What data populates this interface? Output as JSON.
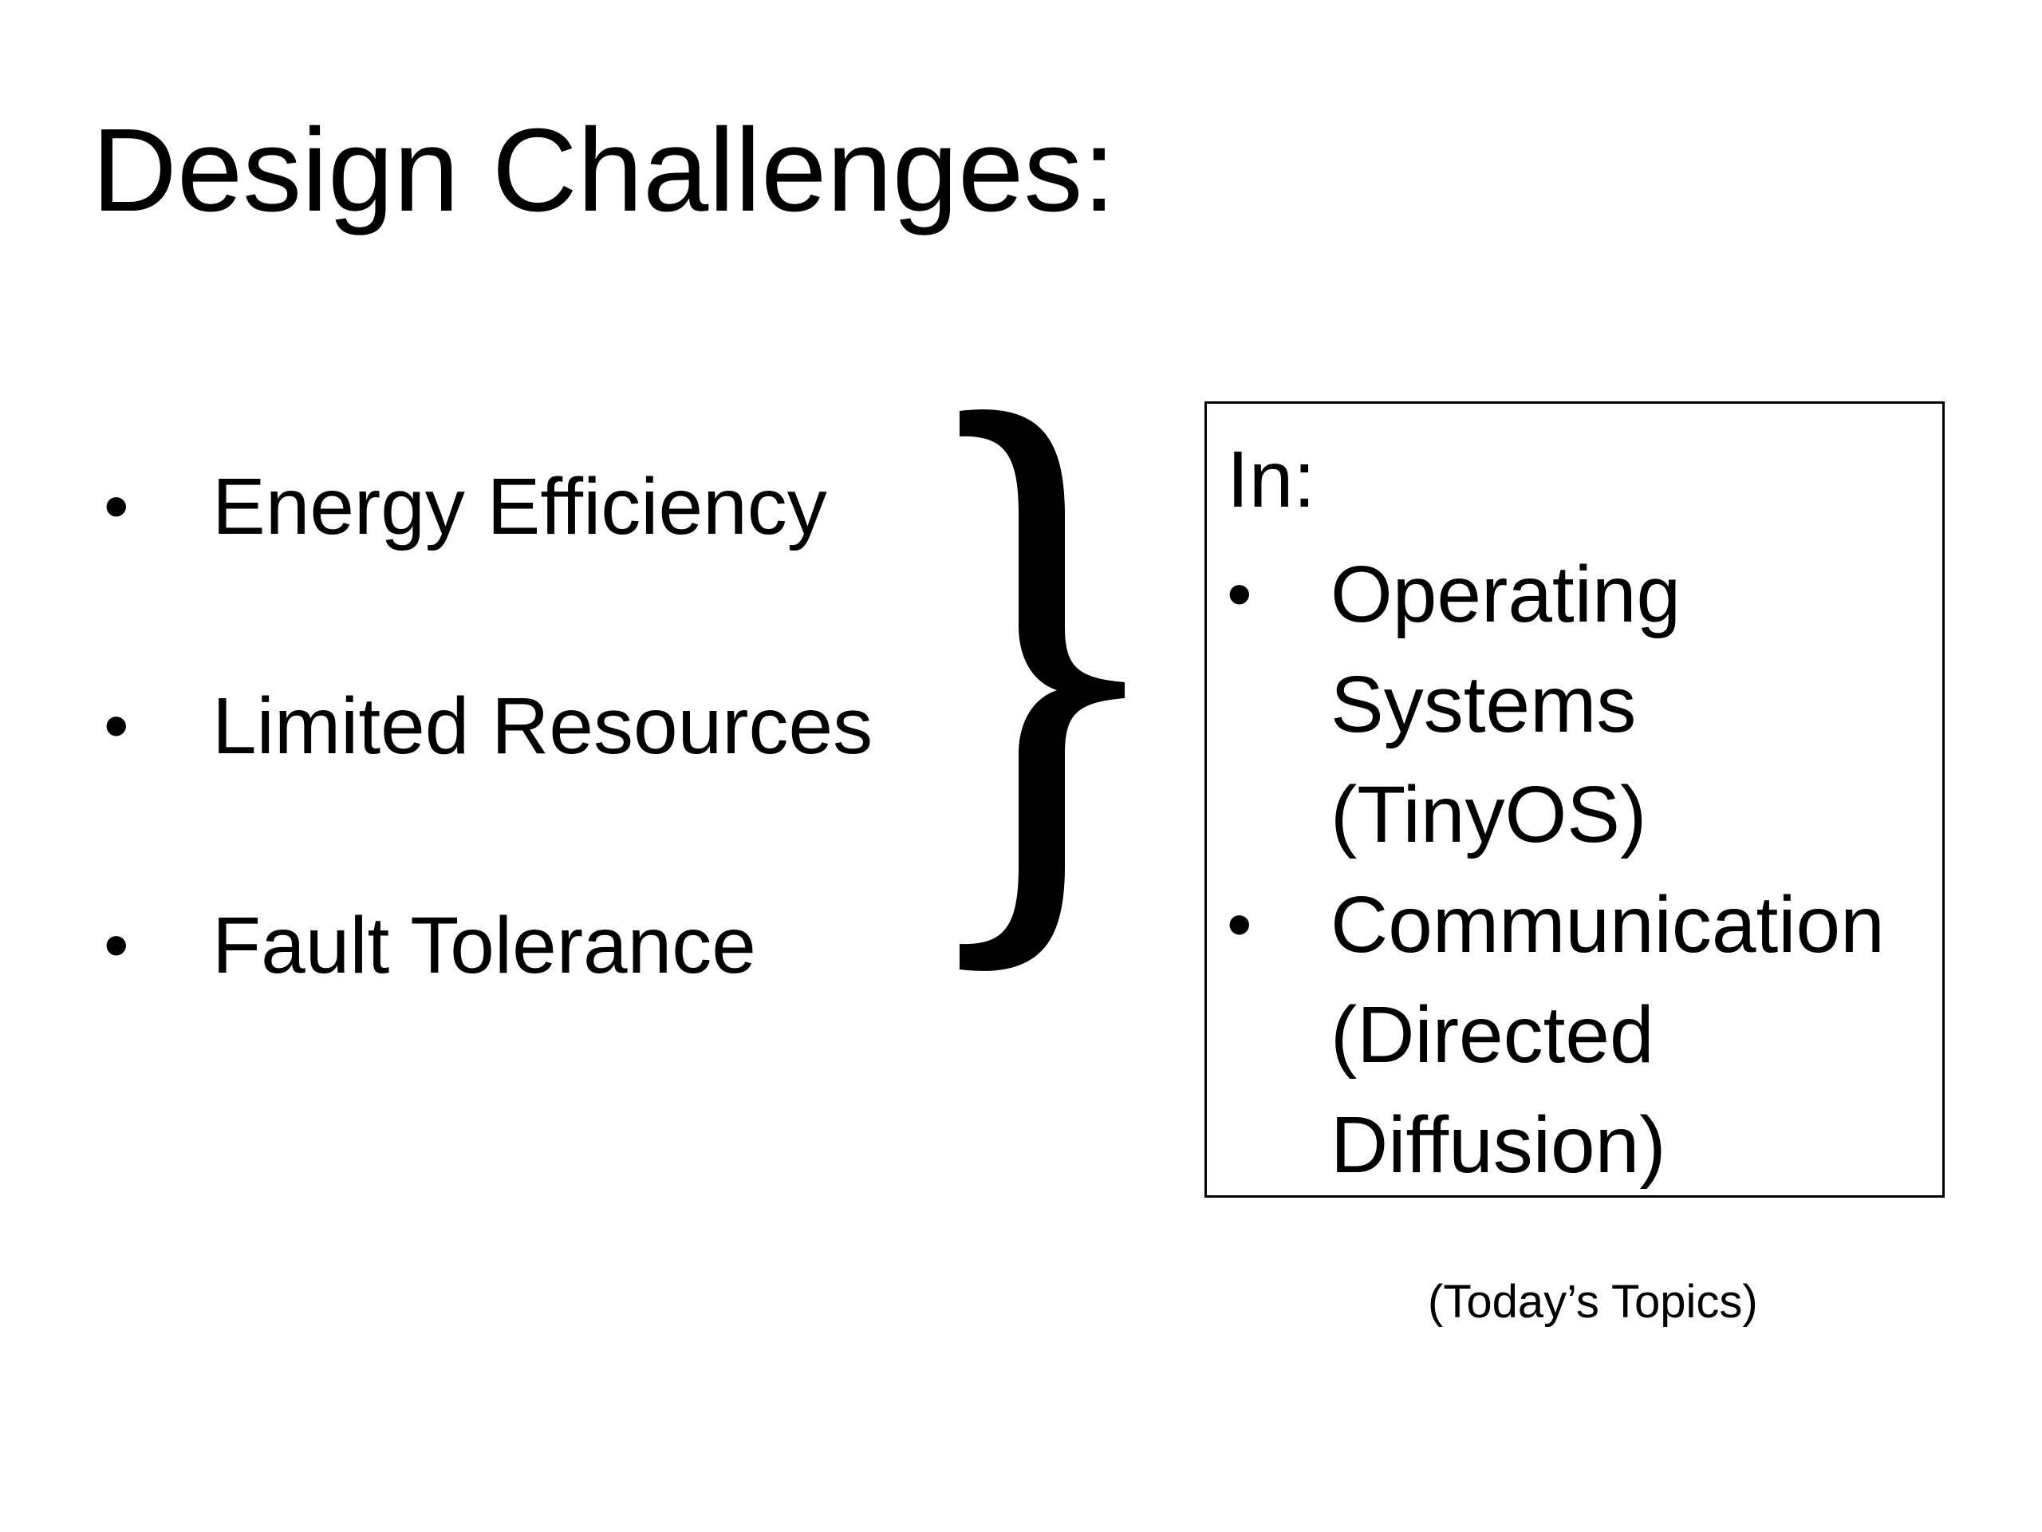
{
  "slide": {
    "title": "Design Challenges:",
    "challenges": [
      {
        "label": "Energy Efficiency"
      },
      {
        "label": "Limited Resources"
      },
      {
        "label": "Fault Tolerance"
      }
    ],
    "bullet_glyph": "•",
    "box": {
      "heading": "In:",
      "topics": [
        {
          "lines": [
            "Operating",
            "Systems",
            "(TinyOS)"
          ]
        },
        {
          "lines": [
            "Communication",
            "(Directed",
            "Diffusion)"
          ]
        }
      ]
    },
    "caption": "(Today’s Topics)",
    "colors": {
      "text": "#000000",
      "background": "#ffffff",
      "border": "#000000"
    },
    "icons": {
      "brace": "right-curly-brace-icon",
      "bullet": "bullet-dot-icon"
    }
  }
}
